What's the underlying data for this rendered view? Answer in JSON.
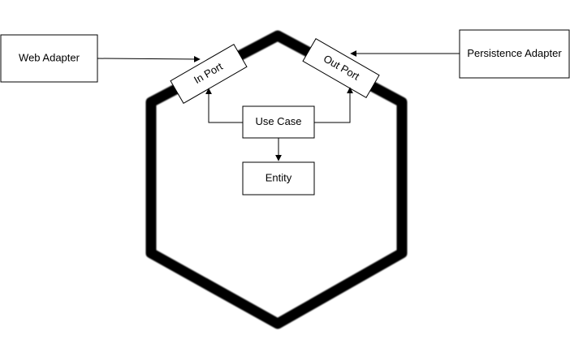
{
  "diagram": {
    "nodes": {
      "web_adapter": "Web Adapter",
      "persistence_adapter": "Persistence Adapter",
      "in_port": "In Port",
      "out_port": "Out Port",
      "use_case": "Use Case",
      "entity": "Entity"
    },
    "colors": {
      "line": "#000000",
      "box_fill": "#ffffff",
      "hexagon_stroke": "#000000",
      "background": "#ffffff"
    },
    "edges": [
      {
        "from": "web_adapter",
        "to": "in_port"
      },
      {
        "from": "persistence_adapter",
        "to": "out_port"
      },
      {
        "from": "use_case",
        "to": "in_port"
      },
      {
        "from": "use_case",
        "to": "out_port"
      },
      {
        "from": "use_case",
        "to": "entity"
      }
    ]
  }
}
